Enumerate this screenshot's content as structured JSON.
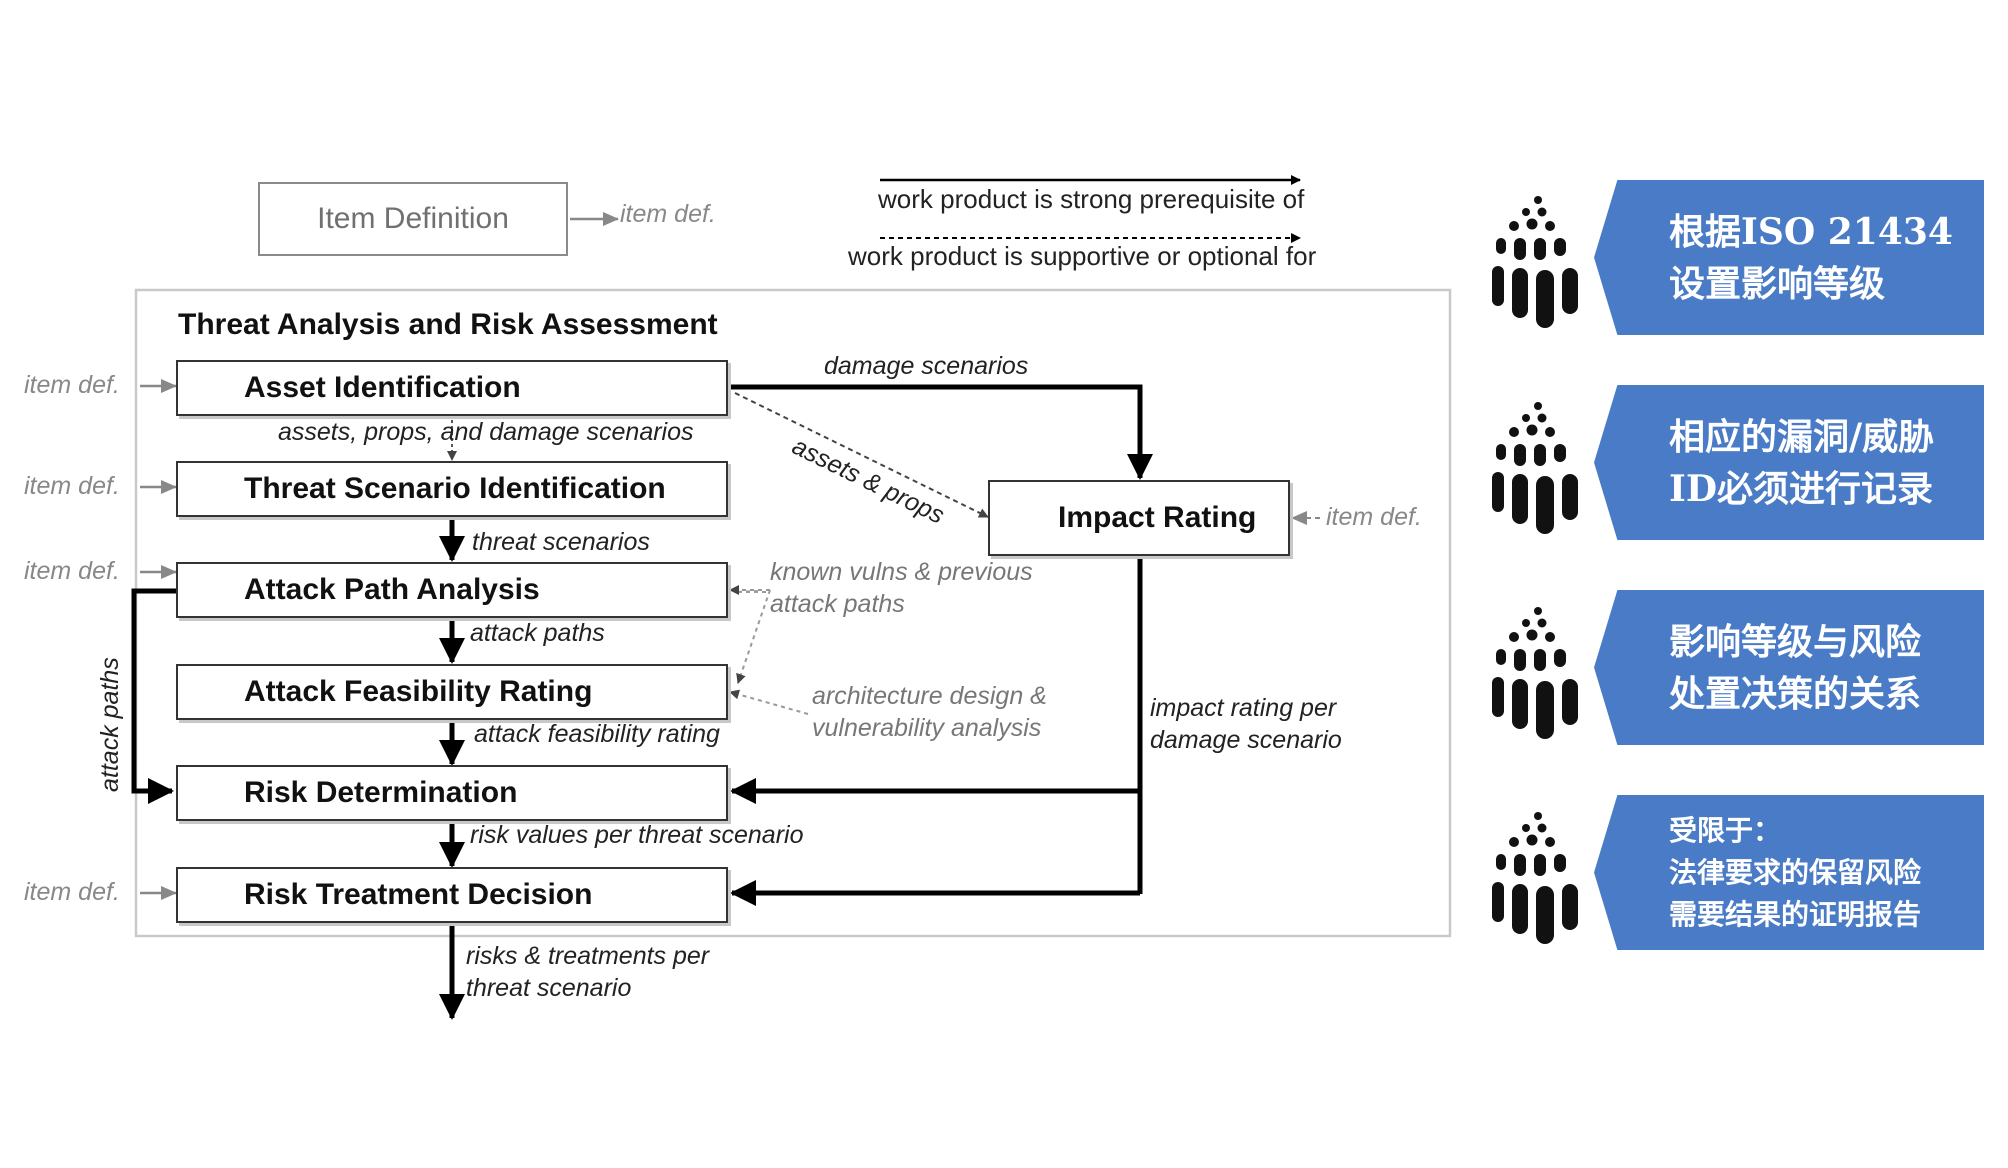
{
  "legend": {
    "item_definition": "Item Definition",
    "item_def_output": "item def.",
    "strong": "work product is strong prerequisite of",
    "supportive": "work product is supportive or optional for"
  },
  "tara": {
    "title": "Threat Analysis and Risk Assessment",
    "boxes": [
      "Asset Identification",
      "Threat Scenario Identification",
      "Attack Path Analysis",
      "Attack Feasibility Rating",
      "Risk Determination",
      "Risk Treatment Decision",
      "Impact Rating"
    ],
    "input_label": "item def.",
    "labels": {
      "damage_scenarios": "damage scenarios",
      "assets_props_damage": "assets, props, and damage scenarios",
      "assets_props": "assets & props",
      "threat_scenarios": "threat scenarios",
      "known_vulns": "known vulns & previous attack paths",
      "attack_paths": "attack paths",
      "architecture": "architecture design & vulnerability analysis",
      "attack_feasibility_rating": "attack feasibility rating",
      "impact_rating_per": "impact rating per damage scenario",
      "side_attack_paths": "attack paths",
      "risk_values": "risk values per threat scenario",
      "risks_treatments": "risks & treatments per threat scenario"
    }
  },
  "panels": [
    {
      "lines": [
        "根据ISO 21434",
        "设置影响等级"
      ]
    },
    {
      "lines": [
        "相应的漏洞/威胁",
        "ID必须进行记录"
      ]
    },
    {
      "lines": [
        "影响等级与风险",
        "处置决策的关系"
      ]
    },
    {
      "lines": [
        "受限于：",
        "法律要求的保留风险",
        "需要结果的证明报告"
      ]
    }
  ],
  "colors": {
    "panel": "#4a7bc6",
    "icon": "#111111"
  },
  "icons": [
    "pillar-cluster-icon",
    "pillar-cluster-icon",
    "pillar-cluster-icon",
    "pillar-cluster-icon"
  ]
}
